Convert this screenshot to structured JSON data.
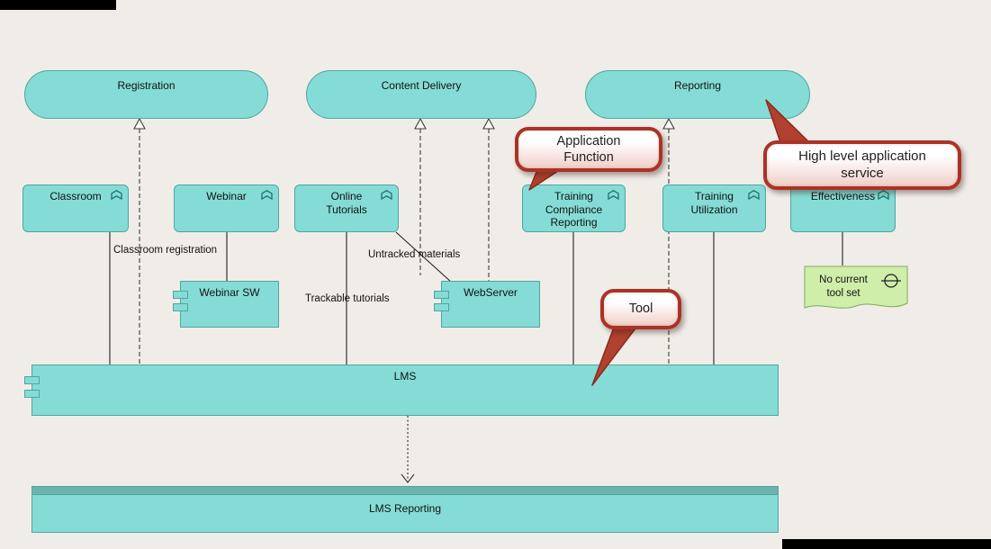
{
  "diagram": {
    "services": [
      {
        "label": "Registration"
      },
      {
        "label": "Content Delivery"
      },
      {
        "label": "Reporting"
      }
    ],
    "functions": [
      {
        "label": "Classroom"
      },
      {
        "label": "Webinar"
      },
      {
        "label": "Online Tutorials"
      },
      {
        "label": "Training Compliance Reporting"
      },
      {
        "label": "Training Utilization"
      },
      {
        "label": "Effectiveness"
      }
    ],
    "components": [
      {
        "label": "Webinar SW"
      },
      {
        "label": "WebServer"
      },
      {
        "label": "LMS"
      }
    ],
    "node": {
      "label": "LMS Reporting"
    },
    "note": {
      "label": "No current tool set"
    },
    "connector_labels": {
      "classroom_registration": "Classroom registration",
      "untracked_materials": "Untracked materials",
      "trackable_tutorials": "Trackable tutorials"
    },
    "callouts": {
      "application_function": "Application Function",
      "high_level_service": "High level application service",
      "tool": "Tool"
    },
    "colors": {
      "background": "#f0ede9",
      "shape_fill": "#85dcd6",
      "shape_border": "#4fa6a0",
      "node_band": "#6db3ad",
      "note_fill": "#cfeeaa",
      "note_border": "#85a855",
      "callout_red": "#aa3326",
      "line": "#333333"
    }
  }
}
